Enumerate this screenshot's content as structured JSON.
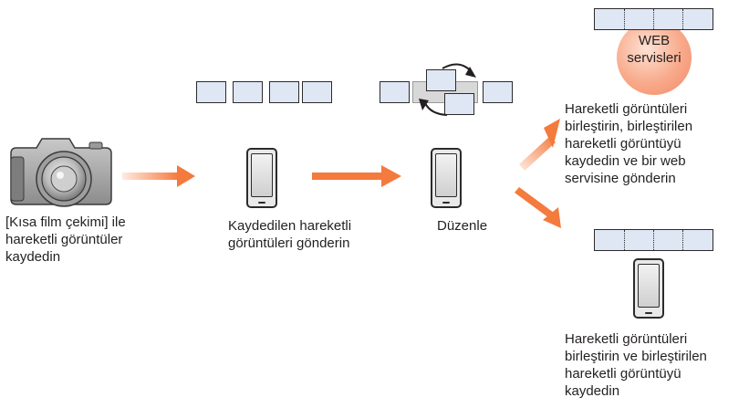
{
  "steps": {
    "record": "[Kısa film çekimi] ile\nhareketli görüntüler\nkaydedin",
    "send": "Kaydedilen hareketli\ngörüntüleri gönderin",
    "edit": "Düzenle"
  },
  "web_service": {
    "line1": "WEB",
    "line2": "servisleri"
  },
  "outcomes": {
    "upload": "Hareketli görüntüleri\nbirleştirin, birleştirilen\nhareketli görüntüyü\nkaydedin ve bir web\nservisine gönderin",
    "save": "Hareketli görüntüleri\nbirleştirin ve birleştirilen\nhareketli görüntüyü\nkaydedin"
  },
  "colors": {
    "arrow": "#f47a3d",
    "frame_fill": "#dfe6f4",
    "web_badge": "#f8a98a"
  },
  "icons": [
    "camera-icon",
    "smartphone-icon",
    "clip-frame-icon",
    "rotate-arrows-icon",
    "web-services-icon"
  ]
}
